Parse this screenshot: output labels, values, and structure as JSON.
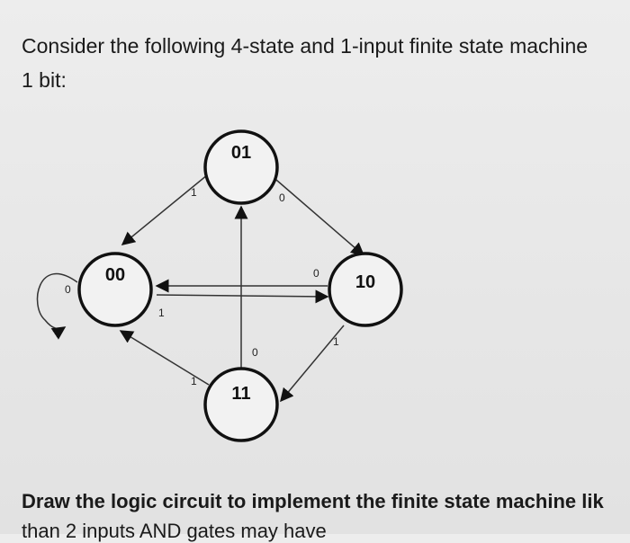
{
  "question": {
    "intro_line1": "Consider the following 4-state and 1-input finite state machine",
    "intro_line2": "1 bit:",
    "draw_line1": "Draw the logic circuit to implement the finite state machine lik",
    "draw_line2": "than 2 inputs AND gates may have"
  },
  "diagram": {
    "states": [
      "00",
      "01",
      "10",
      "11"
    ],
    "transitions": [
      {
        "from": "01",
        "to": "00",
        "label": "1"
      },
      {
        "from": "01",
        "to": "10",
        "label": "0"
      },
      {
        "from": "11",
        "to": "01",
        "label": "0"
      },
      {
        "from": "10",
        "to": "00",
        "label": "0"
      },
      {
        "from": "00",
        "to": "10",
        "label": "1"
      },
      {
        "from": "11",
        "to": "00",
        "label": "1"
      },
      {
        "from": "10",
        "to": "11",
        "label": "1"
      },
      {
        "from": "00",
        "to": "00",
        "label": "0"
      }
    ]
  }
}
